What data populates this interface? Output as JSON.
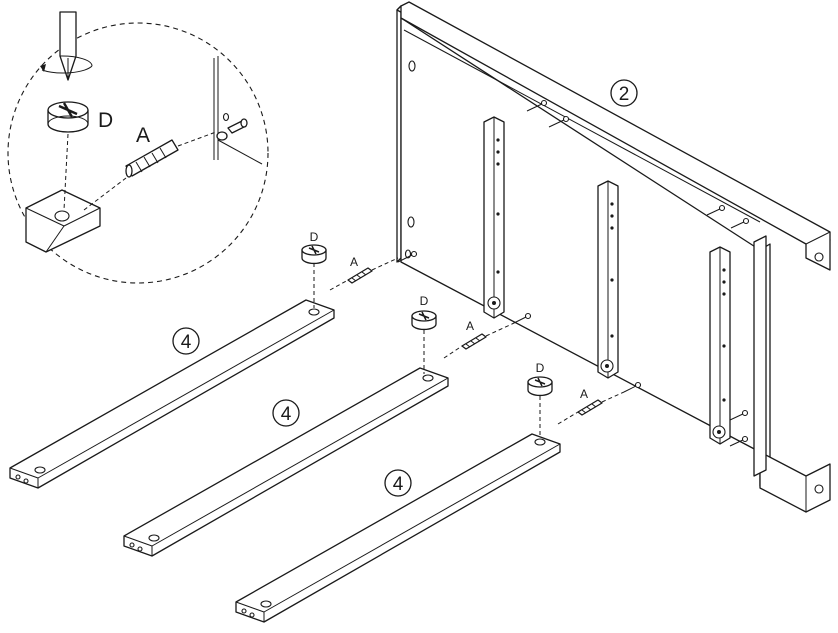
{
  "labels": {
    "panel_number": "2",
    "rail_number": "4",
    "cam_lock": "D",
    "dowel": "A"
  },
  "detail": {
    "cam_lock_label": "D",
    "dowel_label": "A"
  },
  "rails": [
    {
      "number": "4",
      "cam_label": "D",
      "dowel_label": "A"
    },
    {
      "number": "4",
      "cam_label": "D",
      "dowel_label": "A"
    },
    {
      "number": "4",
      "cam_label": "D",
      "dowel_label": "A"
    }
  ],
  "colors": {
    "line": "#1a1a1a",
    "paper": "#ffffff"
  }
}
